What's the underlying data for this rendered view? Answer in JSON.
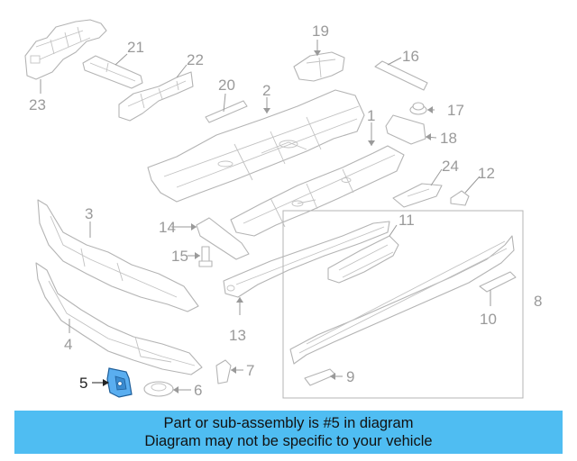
{
  "diagram": {
    "highlighted_part": "5",
    "highlight_color": "#5aaef0",
    "callouts": [
      "1",
      "2",
      "3",
      "4",
      "5",
      "6",
      "7",
      "8",
      "9",
      "10",
      "11",
      "12",
      "13",
      "14",
      "15",
      "16",
      "17",
      "18",
      "19",
      "20",
      "21",
      "22",
      "23",
      "24"
    ]
  },
  "banner": {
    "line1": "Part or sub-assembly is #5 in diagram",
    "line2": "Diagram may not be specific to your vehicle",
    "background": "#4fbdf2"
  }
}
